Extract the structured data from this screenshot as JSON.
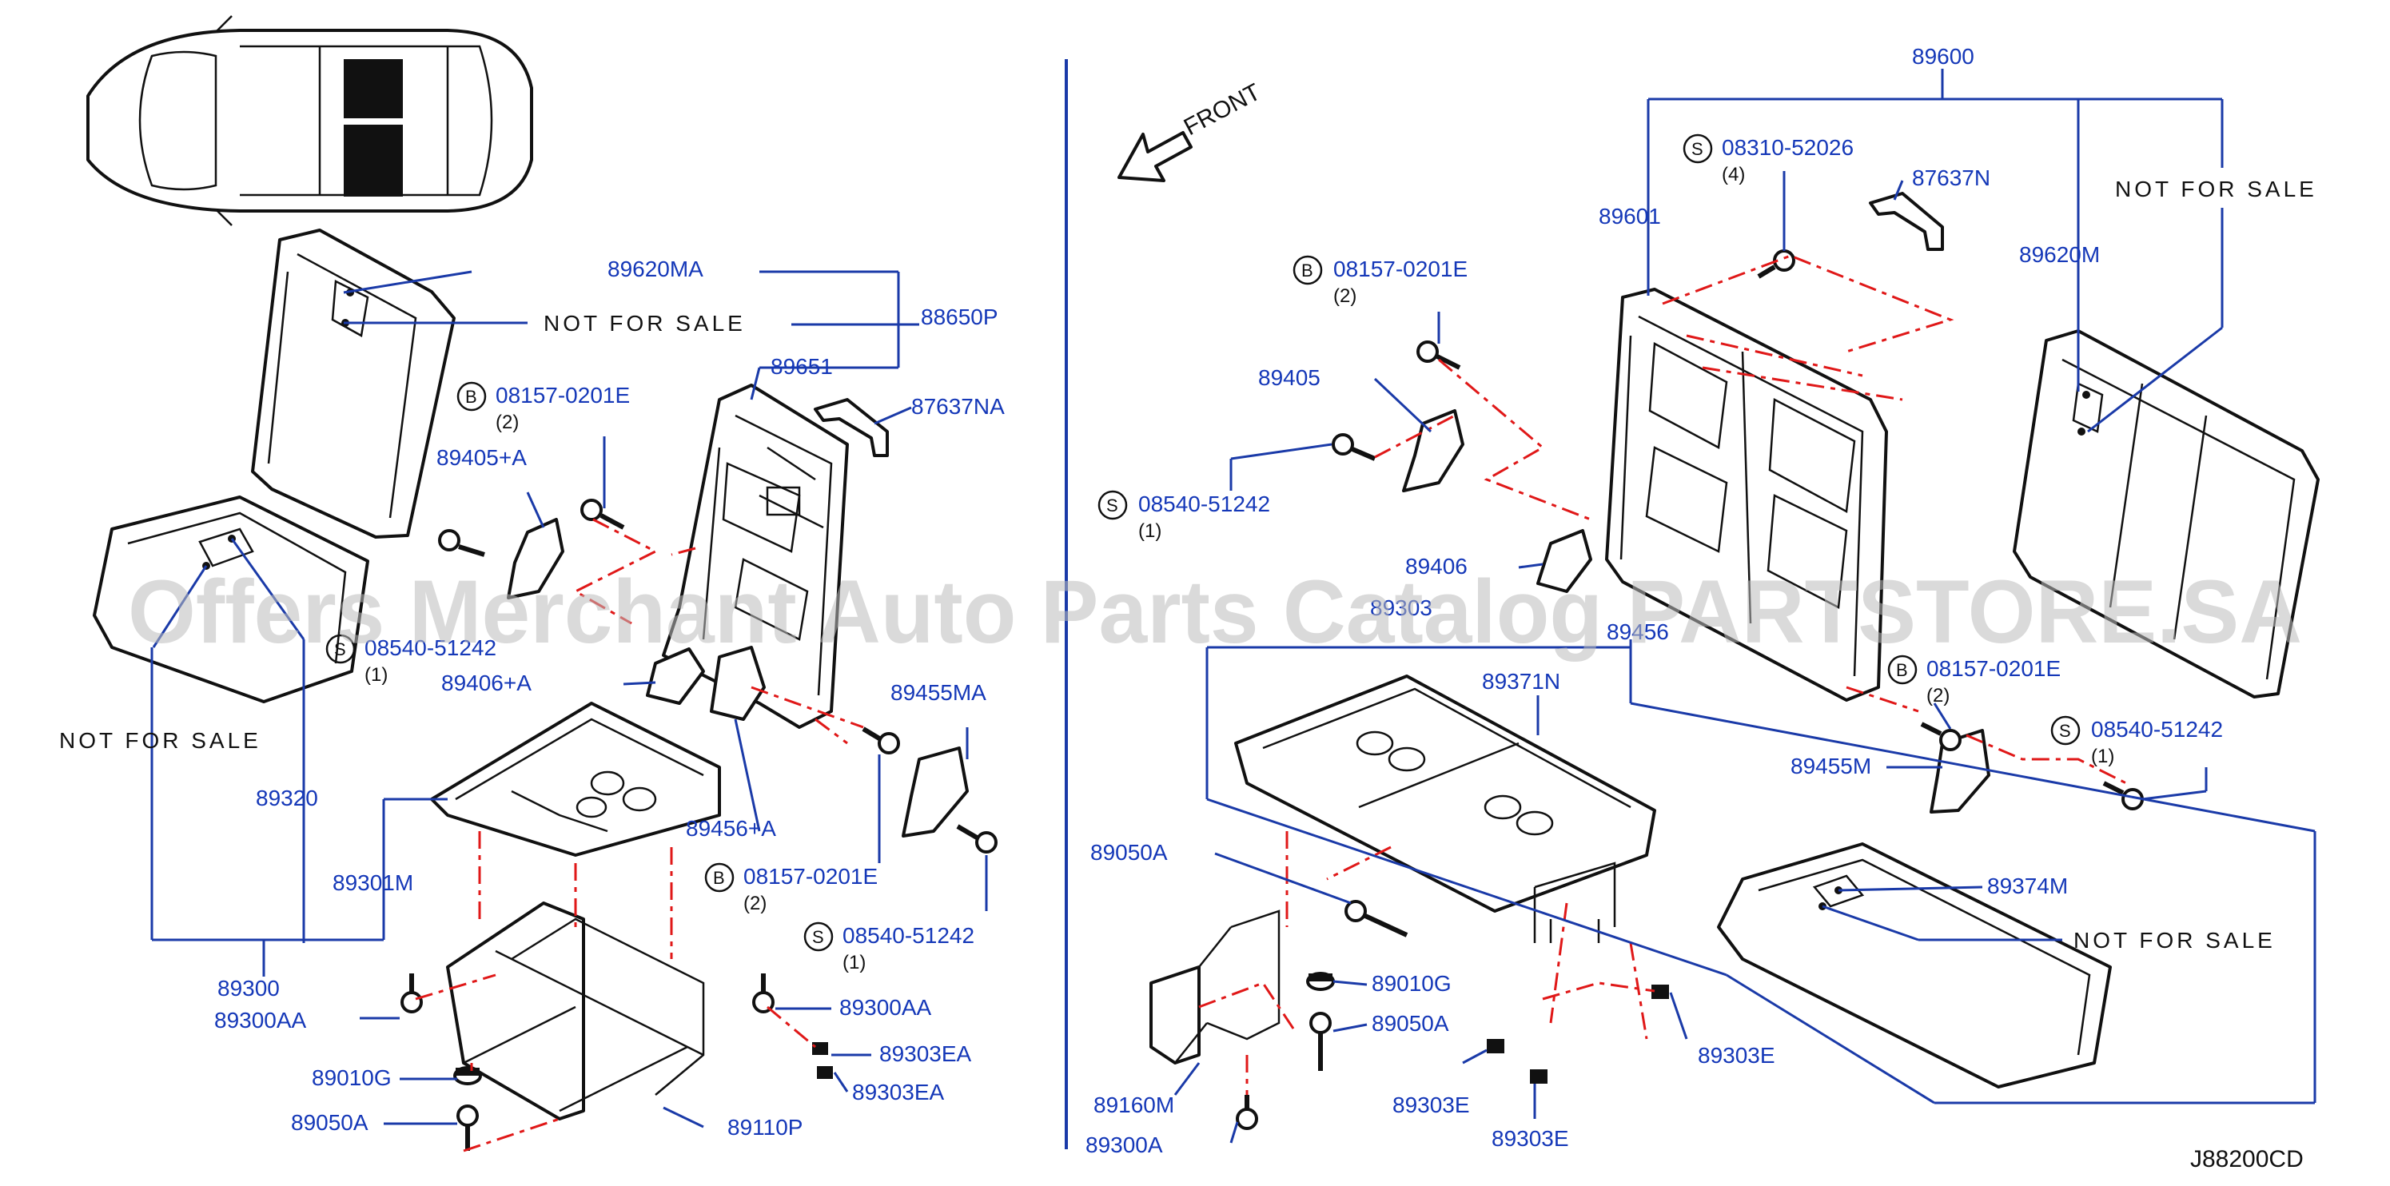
{
  "watermark": "Offers Merchant Auto Parts Catalog PARTSTORE.SA",
  "diagram_code": "J88200CD",
  "front_label": "FRONT",
  "divider_color": "#1a3aa8",
  "colors": {
    "label": "#1538b8",
    "leader": "#1a3aa8",
    "assembly_line": "#e01818",
    "part": "#111111"
  },
  "left_labels": {
    "p89620MA": "89620MA",
    "nfs_seatback": "NOT   FOR   SALE",
    "p88650P": "88650P",
    "p89651": "89651",
    "b1_code": "08157-0201E",
    "b1_qty": "(2)",
    "p87637NA": "87637NA",
    "p89405A": "89405+A",
    "s1_code": "08540-51242",
    "s1_qty": "(1)",
    "p89406A": "89406+A",
    "nfs_cushion": "NOT   FOR   SALE",
    "p89320": "89320",
    "p89455MA": "89455MA",
    "p89456A": "89456+A",
    "b2_code": "08157-0201E",
    "b2_qty": "(2)",
    "p89301M": "89301M",
    "s2_code": "08540-51242",
    "s2_qty": "(1)",
    "p89300": "89300",
    "p89300AA_left": "89300AA",
    "p89300AA_right": "89300AA",
    "p89303EA_1": "89303EA",
    "p89303EA_2": "89303EA",
    "p89010G": "89010G",
    "p89050A": "89050A",
    "p89110P": "89110P"
  },
  "right_labels": {
    "p89600": "89600",
    "s3_code": "08310-52026",
    "s3_qty": "(4)",
    "p87637N": "87637N",
    "nfs_top": "NOT   FOR   SALE",
    "p89601": "89601",
    "p89620M": "89620M",
    "b3_code": "08157-0201E",
    "b3_qty": "(2)",
    "p89405": "89405",
    "s4_code": "08540-51242",
    "s4_qty": "(1)",
    "p89406": "89406",
    "p89303_partial": "89303",
    "p89456": "89456",
    "p89371N": "89371N",
    "b4_code": "08157-0201E",
    "b4_qty": "(2)",
    "s5_code": "08540-51242",
    "s5_qty": "(1)",
    "p89455M": "89455M",
    "p89050A_top": "89050A",
    "p89374M": "89374M",
    "nfs_cushion": "NOT   FOR   SALE",
    "p89010G": "89010G",
    "p89050A_bottom": "89050A",
    "p89303E_right": "89303E",
    "p89160M": "89160M",
    "p89303E_left": "89303E",
    "p89303E_bottom": "89303E",
    "p89300A": "89300A"
  },
  "circle_letters": {
    "bolt": "B",
    "screw": "S"
  }
}
